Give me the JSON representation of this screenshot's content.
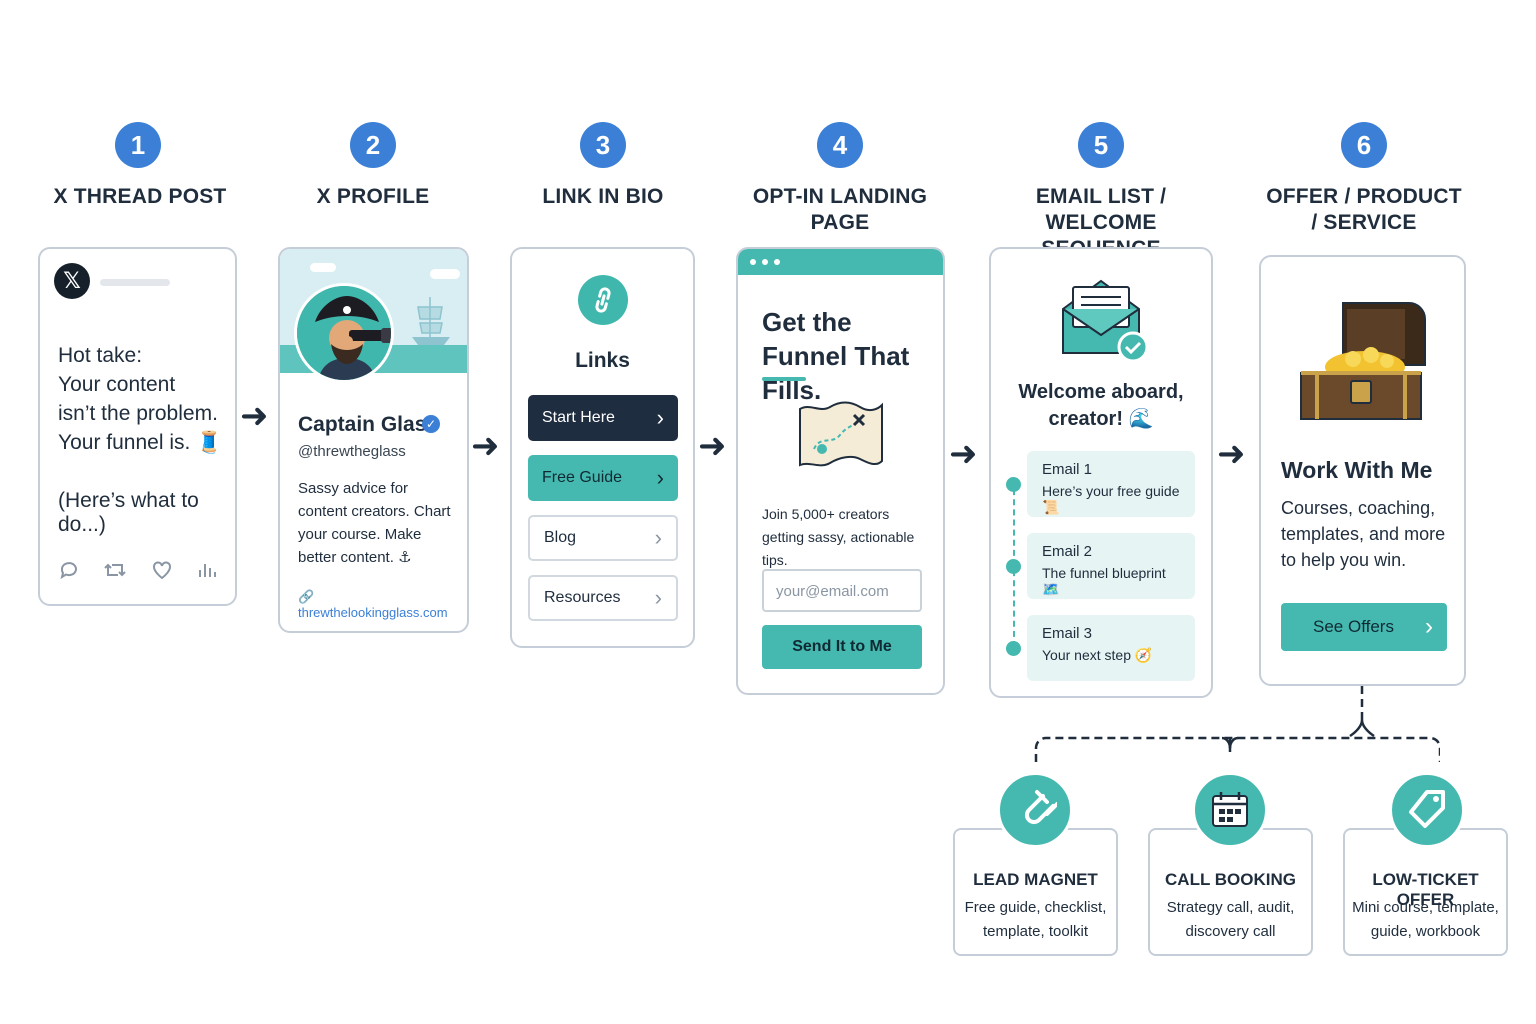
{
  "steps": [
    {
      "number": "1",
      "title": "X THREAD POST"
    },
    {
      "number": "2",
      "title": "X PROFILE"
    },
    {
      "number": "3",
      "title": "LINK IN BIO"
    },
    {
      "number": "4",
      "title": "OPT-IN LANDING PAGE"
    },
    {
      "number": "5",
      "title": "EMAIL LIST / WELCOME SEQUENCE"
    },
    {
      "number": "6",
      "title": "OFFER / PRODUCT / SERVICE"
    }
  ],
  "thread_post": {
    "logo": "𝕏",
    "text": "Hot take:\nYour content\nisn’t the problem.\nYour funnel is. 🧵",
    "cta": "(Here’s what to do...)",
    "icons": [
      "reply-icon",
      "retweet-icon",
      "like-icon",
      "views-icon"
    ]
  },
  "profile": {
    "name": "Captain Glass",
    "verified_mark": "✓",
    "handle": "@threwtheglass",
    "bio": "Sassy advice for content creators. Chart your course. Make better content. ⚓",
    "link": "🔗 threwthelookingglass.com"
  },
  "link_in_bio": {
    "title": "Links",
    "buttons": [
      {
        "label": "Start Here",
        "chevron": "›"
      },
      {
        "label": "Free Guide",
        "chevron": "›"
      },
      {
        "label": "Blog",
        "chevron": "›"
      },
      {
        "label": "Resources",
        "chevron": "›"
      }
    ]
  },
  "landing": {
    "heading": "Get the Funnel That Fills.",
    "subtext": "Join 5,000+ creators getting sassy, actionable tips.",
    "email_placeholder": "your@email.com",
    "button": "Send It to Me"
  },
  "email_sequence": {
    "heading": "Welcome aboard, creator! 🌊",
    "emails": [
      {
        "label": "Email 1",
        "subject": "Here’s your free guide 📜"
      },
      {
        "label": "Email 2",
        "subject": "The funnel blueprint 🗺️"
      },
      {
        "label": "Email 3",
        "subject": "Your next step 🧭"
      }
    ]
  },
  "offer": {
    "heading": "Work With Me",
    "subtext": "Courses, coaching, templates, and more to help you win.",
    "button": "See Offers",
    "chevron": "›"
  },
  "offer_types": [
    {
      "title": "LEAD MAGNET",
      "desc": "Free guide, checklist, template, toolkit",
      "icon": "magnet-icon"
    },
    {
      "title": "CALL BOOKING",
      "desc": "Strategy call, audit, discovery call",
      "icon": "calendar-icon"
    },
    {
      "title": "LOW-TICKET OFFER",
      "desc": "Mini course, template, guide, workbook",
      "icon": "price-tag-icon"
    }
  ],
  "colors": {
    "step_blue": "#3b7fd6",
    "teal": "#45b9b0",
    "navy": "#1e2d40",
    "border": "#c5ced8"
  }
}
